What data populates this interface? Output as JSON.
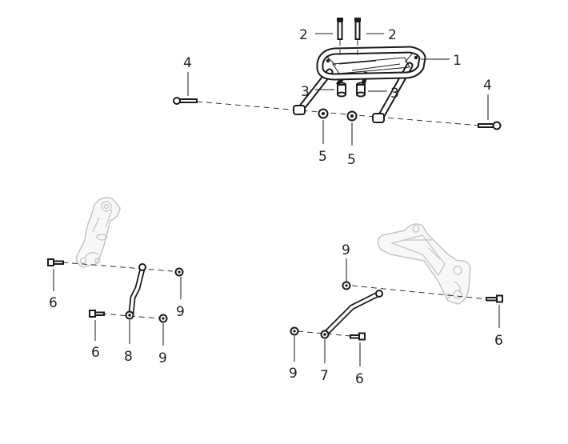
{
  "callouts": {
    "rack": "1",
    "bolt_top_left": "2",
    "bolt_top_right": "2",
    "spacer_left": "3",
    "spacer_right": "3",
    "long_bolt_left": "4",
    "long_bolt_right": "4",
    "bushing_left": "5",
    "bushing_right": "5",
    "left_bolt_upper": "6",
    "left_bolt_lower": "6",
    "left_strut": "8",
    "left_nut_upper": "9",
    "left_nut_lower": "9",
    "right_nut_upper": "9",
    "right_bolt": "6",
    "right_nut_lower": "9",
    "right_strut": "7",
    "right_bolt_lower": "6"
  }
}
